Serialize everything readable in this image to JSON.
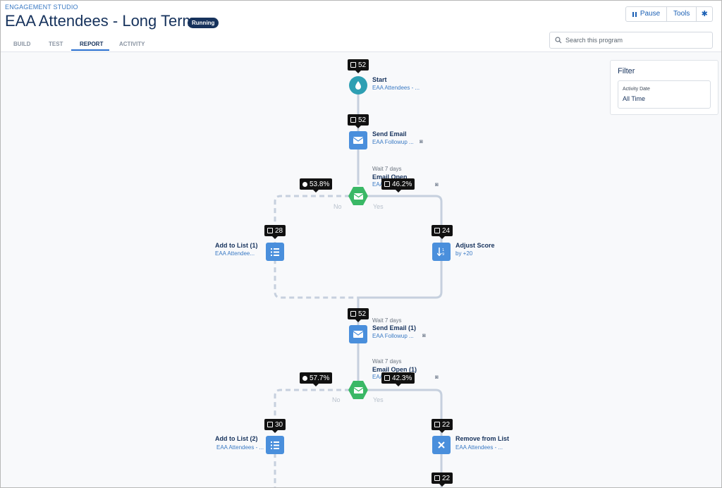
{
  "header": {
    "eyebrow": "ENGAGEMENT STUDIO",
    "title": "EAA Attendees - Long Term",
    "status_badge": "Running",
    "tabs": [
      {
        "label": "BUILD",
        "active": false
      },
      {
        "label": "TEST",
        "active": false
      },
      {
        "label": "REPORT",
        "active": true
      },
      {
        "label": "ACTIVITY",
        "active": false
      }
    ],
    "buttons": {
      "pause": "Pause",
      "tools": "Tools",
      "settings_icon": "gear-icon"
    },
    "search": {
      "placeholder": "Search this program",
      "value": ""
    }
  },
  "filter": {
    "title": "Filter",
    "field_label": "Activity Date",
    "field_value": "All Time"
  },
  "flow": {
    "start": {
      "count": "52",
      "label": "Start",
      "sub": "EAA Attendees - ..."
    },
    "send_email": {
      "count": "52",
      "label": "Send Email",
      "sub": "EAA Followup ..."
    },
    "email_open": {
      "wait": "Wait 7 days",
      "label": "Email Open",
      "sub": "EAA Followup ...",
      "no_pct": "53.8%",
      "yes_pct": "46.2%",
      "no": "No",
      "yes": "Yes"
    },
    "add_to_list_1": {
      "count": "28",
      "label": "Add to List (1)",
      "sub": "EAA Attendee..."
    },
    "adjust_score": {
      "count": "24",
      "label": "Adjust Score",
      "sub": "by +20"
    },
    "send_email_1": {
      "count": "52",
      "wait": "Wait 7 days",
      "label": "Send Email (1)",
      "sub": "EAA Followup ..."
    },
    "email_open_1": {
      "wait": "Wait 7 days",
      "label": "Email Open (1)",
      "sub": "EAA Followup ...",
      "no_pct": "57.7%",
      "yes_pct": "42.3%",
      "no": "No",
      "yes": "Yes"
    },
    "add_to_list_2": {
      "count": "30",
      "label": "Add to List (2)",
      "sub": "EAA Attendees - ..."
    },
    "remove_from_list": {
      "count": "22",
      "label": "Remove from List",
      "sub": "EAA Attendees - ..."
    },
    "next_step": {
      "count": "22"
    }
  },
  "colors": {
    "brand_navy": "#16325c",
    "link_blue": "#3a7ac4",
    "action_node": "#4a8fdc",
    "start_node": "#2e9fb3",
    "trigger_node": "#3ab866",
    "connector": "#c6d0de"
  }
}
